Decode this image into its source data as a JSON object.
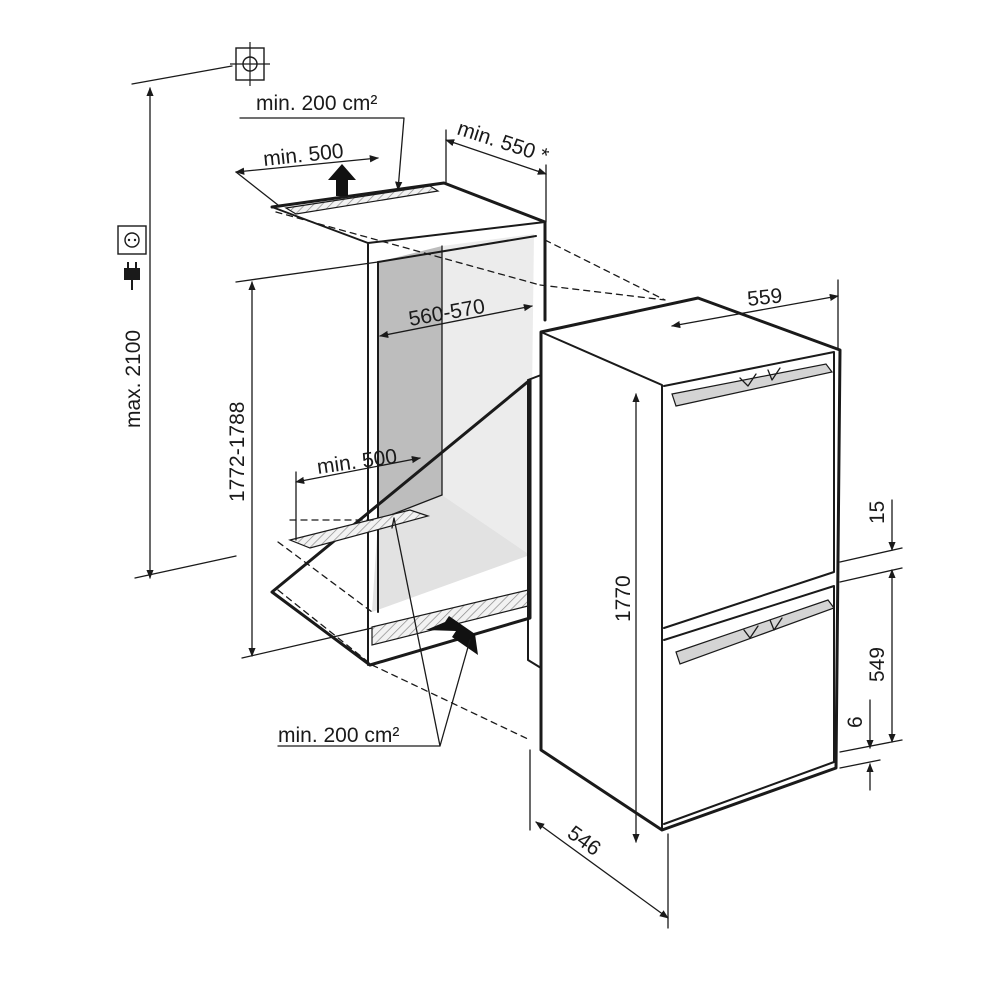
{
  "labels": {
    "vent_top_area": "min. 200 cm²",
    "top_depth": "min. 500",
    "cabinet_depth": "min. 550 *",
    "max_height": "max. 2100",
    "niche_height": "1772-1788",
    "niche_width": "560-570",
    "bottom_depth": "min. 500",
    "vent_bottom_area": "min. 200 cm²",
    "appliance_width": "559",
    "appliance_height": "1770",
    "appliance_depth": "546",
    "gap_top": "15",
    "door_height": "549",
    "gap_bottom": "6"
  },
  "icons": {
    "ceiling_mark": "ceiling-mount-icon",
    "socket": "power-socket-icon",
    "plug": "power-plug-icon"
  },
  "colors": {
    "line": "#1a1a1a",
    "niche_back": "#e6e6e6",
    "niche_side": "#bdbdbd",
    "handle": "#d4d4d4"
  }
}
